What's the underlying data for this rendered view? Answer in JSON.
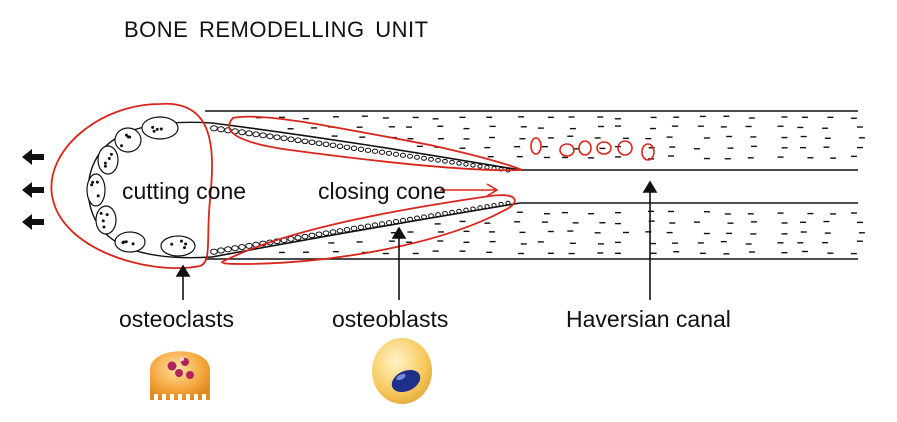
{
  "diagram": {
    "title": "BONE REMODELLING UNIT",
    "labels": {
      "cutting_cone": "cutting cone",
      "closing_cone": "closing cone",
      "osteoclasts": "osteoclasts",
      "osteoblasts": "osteoblasts",
      "haversian_canal": "Haversian canal"
    },
    "colors": {
      "ink": "#111111",
      "annotation_red": "#d8261c",
      "osteoclast_cell": "#f4a43a",
      "osteoclast_nuclei": "#b2245a",
      "osteoblast_cell": "#f7c85a",
      "osteoblast_nucleus": "#1f2f8c"
    },
    "icons": [
      "arrow-left-icon",
      "osteoclast-cell-icon",
      "osteoblast-cell-icon"
    ]
  }
}
